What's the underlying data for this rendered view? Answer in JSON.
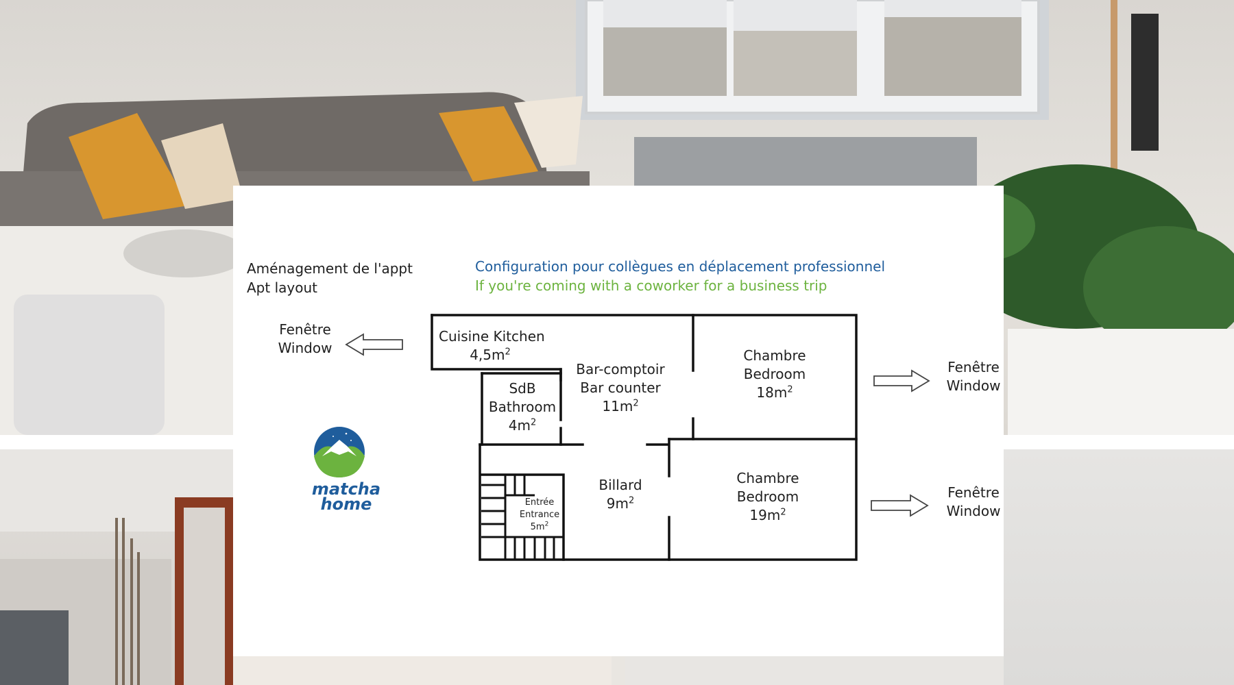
{
  "header": {
    "layout_fr": "Aménagement de l'appt",
    "layout_en": "Apt layout",
    "config_fr": "Configuration pour collègues en déplacement professionnel",
    "config_en": "If you're coming with a coworker for a business trip"
  },
  "colors": {
    "title_blue": "#1f5d9c",
    "title_green": "#6cb33f",
    "wall": "#111111",
    "card": "#ffffff"
  },
  "rooms": {
    "kitchen": {
      "label": "Cuisine Kitchen",
      "area": "4,5m",
      "unit_exp": "2"
    },
    "bar": {
      "line1": "Bar-comptoir",
      "line2": "Bar counter",
      "area": "11m",
      "unit_exp": "2"
    },
    "bath": {
      "line1": "SdB",
      "line2": "Bathroom",
      "area": "4m",
      "unit_exp": "2"
    },
    "bedroom1": {
      "line1": "Chambre",
      "line2": "Bedroom",
      "area": "18m",
      "unit_exp": "2"
    },
    "billiard": {
      "line1": "Billard",
      "area": "9m",
      "unit_exp": "2"
    },
    "entrance": {
      "line1": "Entrée",
      "line2": "Entrance",
      "area": "5m",
      "unit_exp": "2"
    },
    "bedroom2": {
      "line1": "Chambre",
      "line2": "Bedroom",
      "area": "19m",
      "unit_exp": "2"
    }
  },
  "windows": {
    "left": {
      "line1": "Fenêtre",
      "line2": "Window",
      "icon": "arrow-left-icon"
    },
    "right_top": {
      "line1": "Fenêtre",
      "line2": "Window",
      "icon": "arrow-right-icon"
    },
    "right_bottom": {
      "line1": "Fenêtre",
      "line2": "Window",
      "icon": "arrow-right-icon"
    }
  },
  "logo": {
    "text_line1": "matcha",
    "text_line2": "home",
    "icon": "mountain-logo-icon"
  }
}
